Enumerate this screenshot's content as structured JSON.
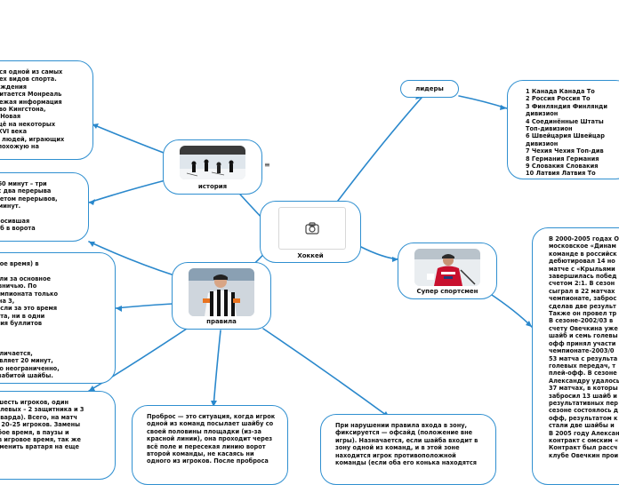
{
  "root": {
    "label": "Хоккей",
    "icon": "camera-icon"
  },
  "branches": {
    "history": {
      "label": "история",
      "expander": "≡"
    },
    "rules": {
      "label": "правила"
    },
    "leaders": {
      "label": "лидеры"
    },
    "superstar": {
      "label": "Супер спортсмен"
    }
  },
  "notes": {
    "history_text": [
      "ется одной из самых",
      "всех видов спорта.",
      "рождения",
      " считается Монреаль",
      " свежая информация",
      "ство Кингстона,",
      "а, Новая",
      "ещё на некоторых",
      "х XVI века",
      "во людей, играющих",
      " в похожую на"
    ],
    "duration_text": [
      "в 60 минут – три",
      "юс два перерыва",
      "учетом перерывов,",
      "0 минут.",
      "",
      "бросившая",
      "айб в ворота"
    ],
    "overtime_text": [
      "ьное время) в",
      "",
      "если за основное",
      "и вничью. По",
      "чемпионата только",
      " 3 на 3,",
      ". Если за это время",
      "бита, ни в одни",
      "ерия буллитов",
      "",
      "",
      "",
      " отличается,",
      "тавляет 20 минут,",
      "тно неограниченно,",
      "и забитой шайбы."
    ],
    "players_text": [
      "т шесть игроков, один",
      "полевых – 2 защитника и 3",
      "орварда). Всего, на матч",
      "ят 20–25 игроков. Замены",
      "юбое время, в паузы и",
      "о в игровое время, так же",
      " заменить вратаря на еще"
    ],
    "offside_text": [
      "Проброс — это ситуация, когда игрок",
      "одной из команд посылает шайбу со",
      "своей половины площадки (из-за",
      "красной линии), она проходит через",
      "всё поле и пересекая линию ворот",
      "второй команды, не касаясь ни",
      "одного из игроков. После проброса"
    ],
    "zone_text": [
      "При нарушении правила входа в зону,",
      "фиксируется — офсайд (положение вне",
      "игры). Назначается, если шайба входит в",
      "зону одной из команд, и в этой зоне",
      "находится игрок противоположной",
      "команды (если оба его конька находятся"
    ],
    "leaders_text": [
      "1      Канада Канада      То",
      "2      Россия Россия      То",
      "3      Финляндия Финлянди",
      "дивизион",
      "4      Соединённые Штаты",
      "Топ-дивизион",
      "6      Швейцария Швейцар",
      "дивизион",
      "7      Чехия Чехия  Топ-див",
      "8      Германия Германия",
      "9      Словакия Словакия",
      "10    Латвия Латвия      То"
    ],
    "ovechkin_text": [
      "В 2000-2005 годах О",
      "московское «Динам",
      "команде в российск",
      "дебютировал 14 но",
      "матче с «Крыльями",
      "завершилась побед",
      "счетом 2:1. В сезон",
      "сыграл в 22 матчах",
      "чемпионате, заброс",
      "сделав две результ",
      "Также он провел тр",
      "В сезоне-2002/03 в",
      "счету Овечкина уже",
      "шайб и семь голевы",
      "офф принял участи",
      "чемпионате-2003/0",
      "53 матча с результа",
      "голевых передач, т",
      "плей-офф. В сезоне",
      "Александру удалось",
      "37 матчах, в которы",
      "забросил 13 шайб и",
      "результативных пер",
      "сезоне состоялось д",
      "офф, результатом к",
      "стали две шайбы и",
      "В 2005 году Алексан",
      "контракт с омским «",
      "Контракт был рассч",
      "клубе Овечкин прои"
    ]
  },
  "colors": {
    "connector": "#2a88cc",
    "border": "#2f8fd0"
  }
}
